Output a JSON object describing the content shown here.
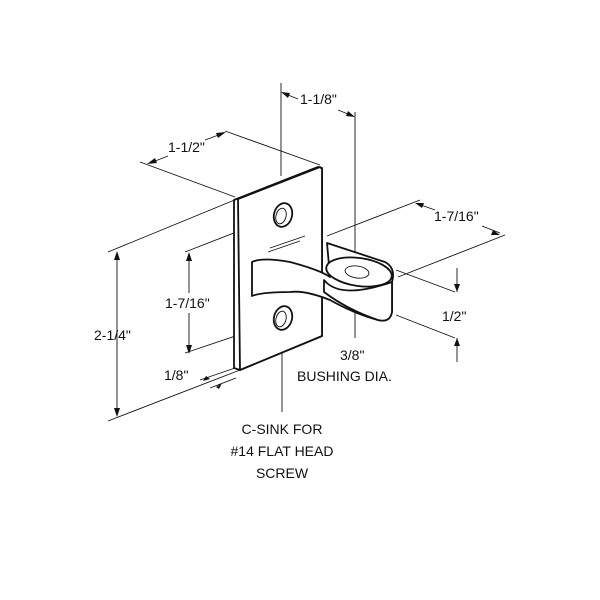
{
  "title": "Bracket dimension drawing",
  "dimensions": {
    "plate_width": "1-1/2\"",
    "arm_offset": "1-1/8\"",
    "arm_length": "1-7/16\"",
    "hole_spacing": "1-7/16\"",
    "overall_height": "2-1/4\"",
    "plate_thickness": "1/8\"",
    "boss_height": "1/2\"",
    "bushing_size": "3/8\""
  },
  "notes": {
    "bushing": "BUSHING DIA.",
    "csink_line1": "C-SINK FOR",
    "csink_line2": "#14 FLAT HEAD",
    "csink_line3": "SCREW"
  },
  "colors": {
    "line": "#111111",
    "background": "#ffffff"
  }
}
